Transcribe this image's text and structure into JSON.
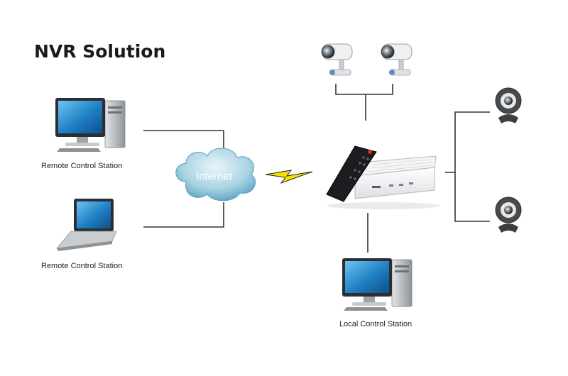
{
  "title": "NVR Solution",
  "labels": {
    "remote_desktop": "Remote Control Station",
    "remote_laptop": "Remote Control Station",
    "local_station": "Local Control Station",
    "internet": "Internet"
  },
  "colors": {
    "line": "#333333",
    "cloud_light": "#cfe6ef",
    "cloud_dark": "#6aaecb",
    "lightning": "#f5e000",
    "monitor_screen": "#1e7fc4",
    "tower": "#b8bcc1",
    "camera_body": "#e9ecee",
    "webcam": "#4a4a4a"
  },
  "icons": [
    "desktop-computer-icon",
    "laptop-icon",
    "cloud-icon",
    "lightning-icon",
    "nvr-box-icon",
    "remote-control-icon",
    "cctv-camera-icon",
    "webcam-icon"
  ]
}
